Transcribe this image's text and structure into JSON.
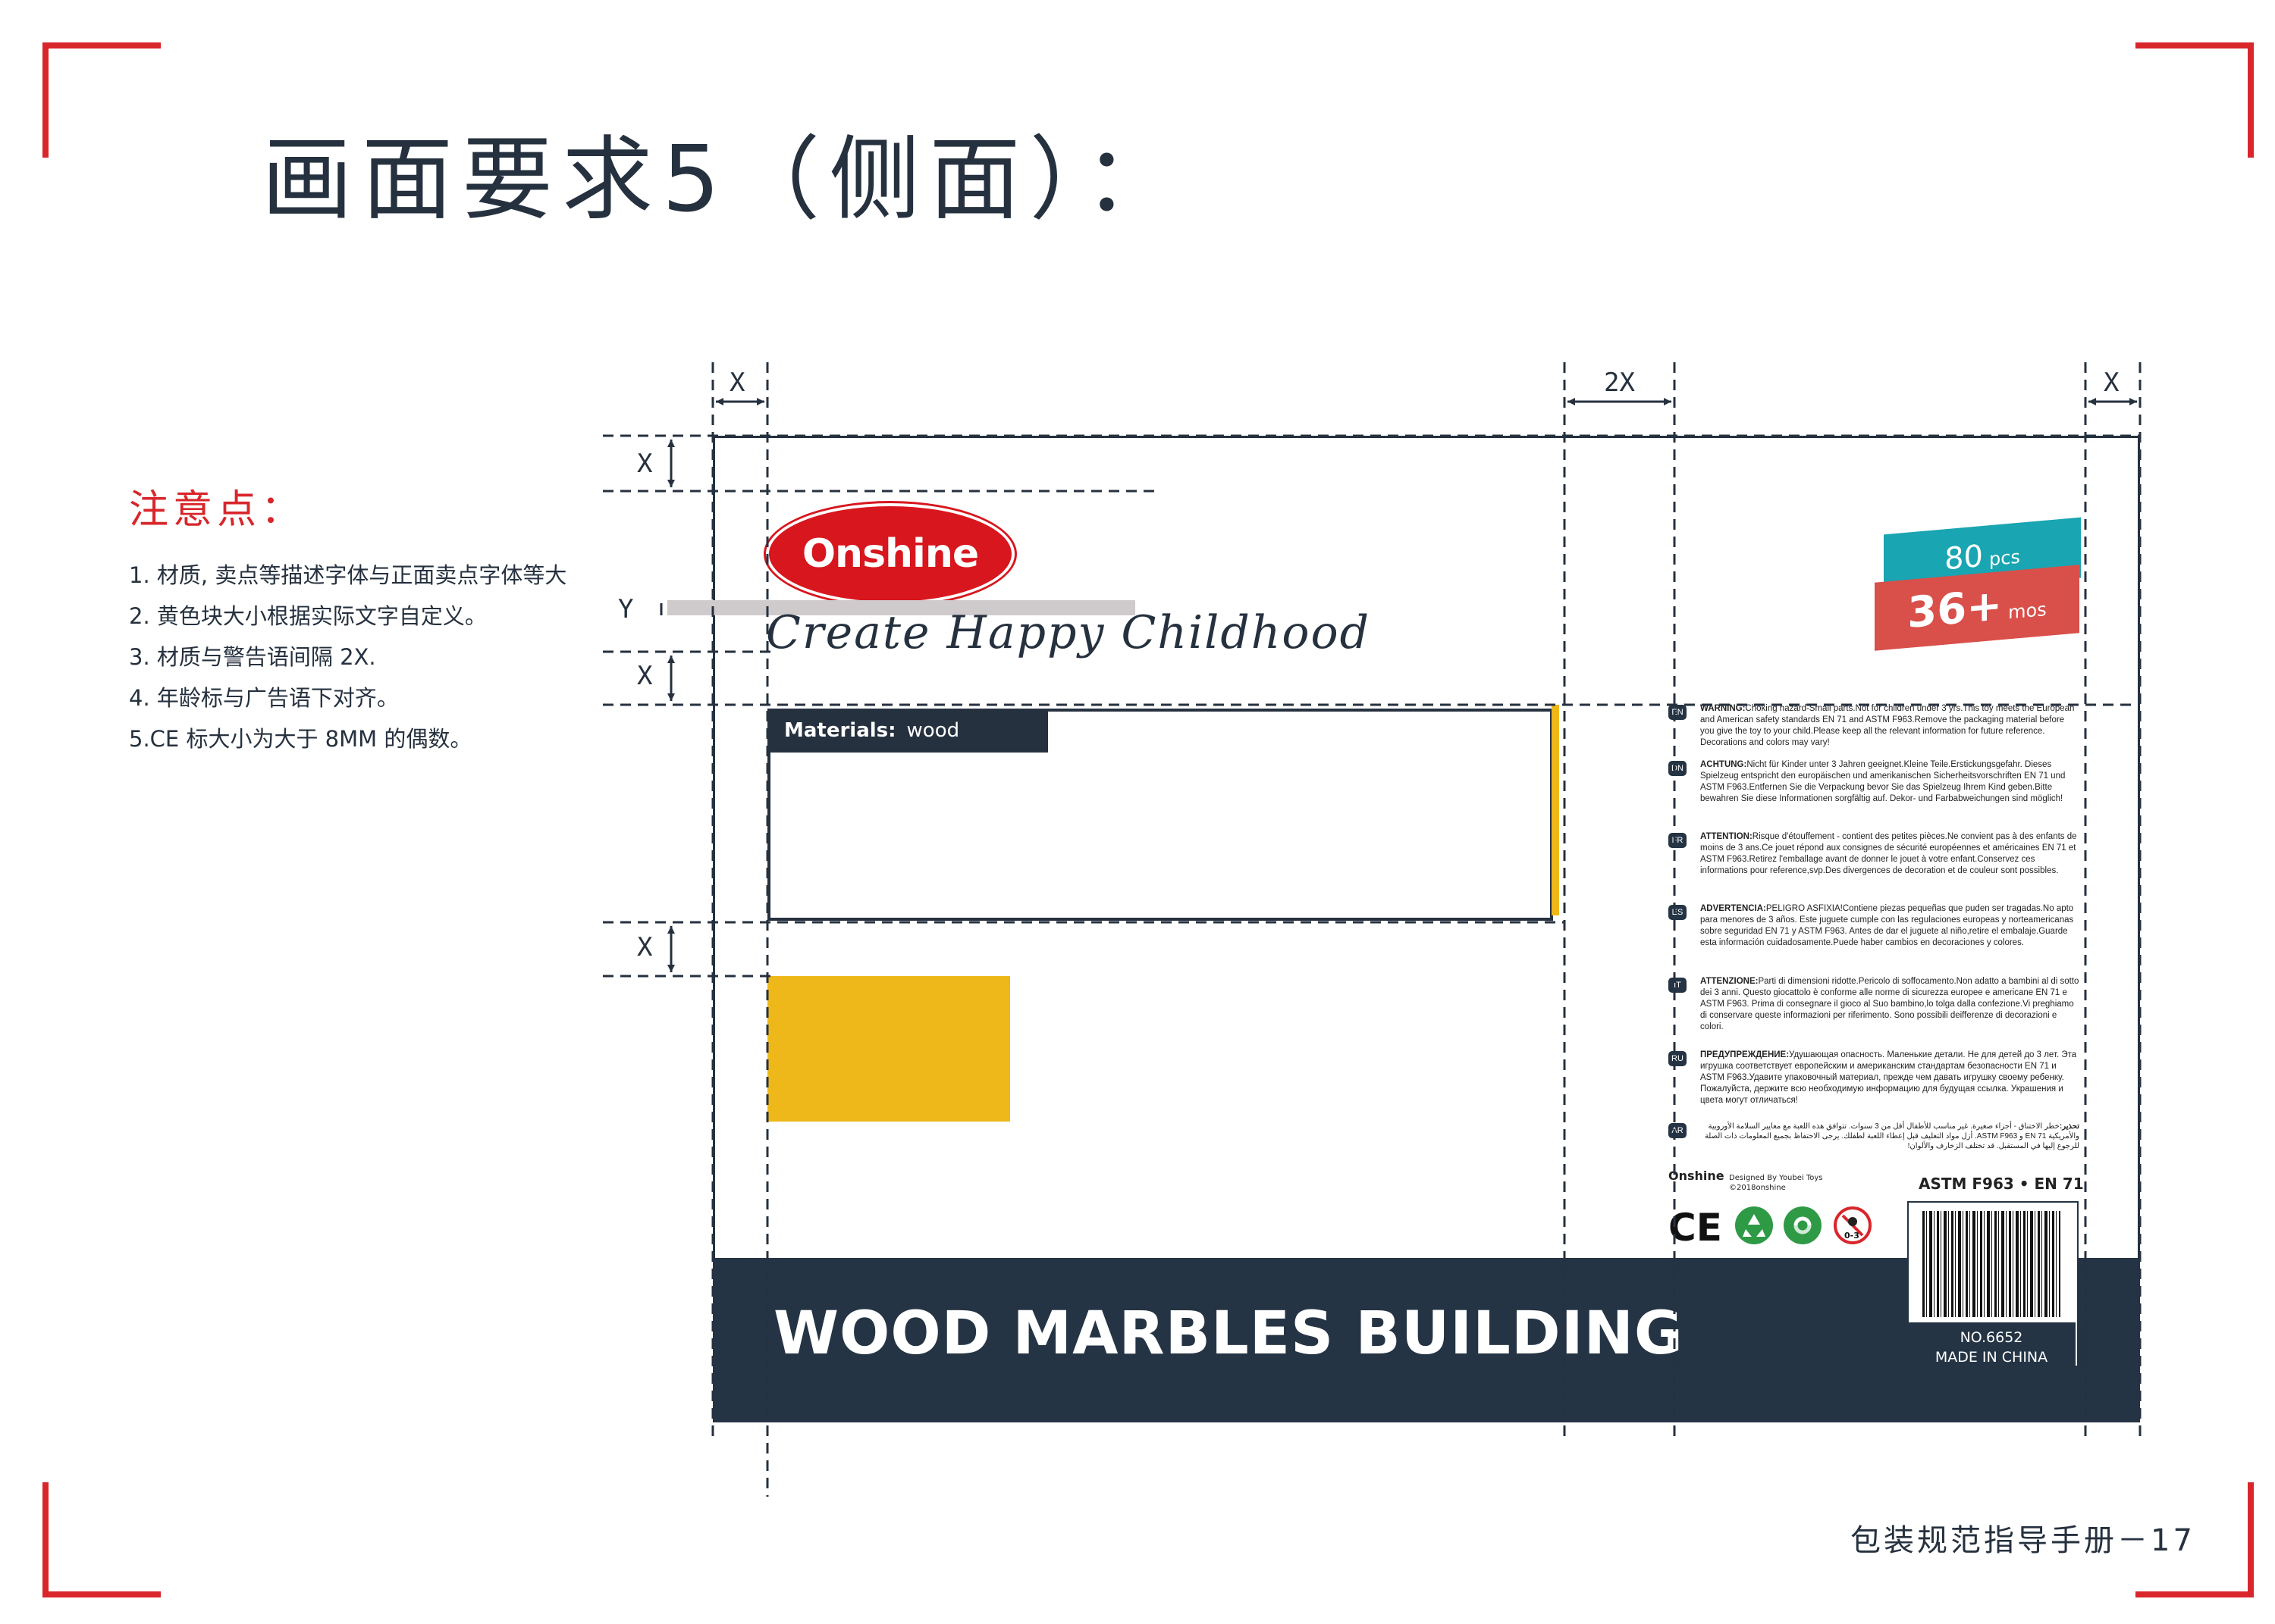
{
  "title": "画面要求5（侧面）：",
  "notes": {
    "heading": "注意点：",
    "items": [
      "1. 材质, 卖点等描述字体与正面卖点字体等大",
      "2. 黄色块大小根据实际文字自定义。",
      "3. 材质与警告语间隔 2X.",
      "4. 年龄标与广告语下对齐。",
      "5.CE 标大小为大于 8MM 的偶数。"
    ]
  },
  "dimension_labels": {
    "x_top_left": "X",
    "two_x": "2X",
    "x_top_right": "X",
    "x_left_1": "X",
    "y_left": "Y",
    "x_left_2": "X",
    "x_left_3": "X"
  },
  "package": {
    "logo_text": "Onshine",
    "slogan": "Create Happy Childhood",
    "materials_label": "Materials:",
    "materials_value": "wood",
    "product_name": "WOOD MARBLES BUILDING",
    "pcs_value": "80",
    "pcs_unit": "pcs",
    "age_value": "36+",
    "age_unit": "mos",
    "warnings": [
      {
        "code": "EN",
        "head": "WARNING:",
        "text": "Choking hazard-Small parts.Not for children under 3 yrs.This toy meets the European and American safety standards EN 71 and ASTM F963.Remove the packaging material before you give the toy to your child.Please keep all the relevant information for future reference. Decorations and colors may vary!"
      },
      {
        "code": "DN",
        "head": "ACHTUNG:",
        "text": "Nicht für Kinder unter 3 Jahren geeignet.Kleine Teile.Erstickungsgefahr. Dieses Spielzeug entspricht den europäischen und amerikanischen Sicherheitsvorschriften EN 71 und ASTM F963.Entfernen Sie die Verpackung bevor Sie das Spielzeug Ihrem Kind geben.Bitte bewahren Sie diese Informationen sorgfältig auf. Dekor- und Farbabweichungen sind möglich!"
      },
      {
        "code": "FR",
        "head": "ATTENTION:",
        "text": "Risque d'étouffement - contient des petites pièces.Ne convient pas à des enfants de moins de 3 ans.Ce jouet répond aux consignes de sécurité européennes et américaines EN 71 et ASTM F963.Retirez l'emballage avant de donner le jouet à votre enfant.Conservez ces informations pour reference,svp.Des divergences de decoration et de couleur sont possibles."
      },
      {
        "code": "ES",
        "head": "ADVERTENCIA:",
        "text": "PELIGRO ASFIXIA!Contiene piezas pequeñas que puden ser tragadas.No apto para menores de 3 años. Este juguete cumple con las regulaciones europeas y norteamericanas sobre seguridad EN 71 y ASTM F963. Antes de dar el juguete al niño,retire el embalaje.Guarde esta información cuidadosamente.Puede haber cambios en decoraciones y colores."
      },
      {
        "code": "IT",
        "head": "ATTENZIONE:",
        "text": "Parti di dimensioni ridotte.Pericolo di soffocamento.Non adatto a bambini al di sotto dei 3 anni. Questo giocattolo è conforme alle norme di sicurezza europee e americane EN 71 e ASTM F963. Prima di consegnare il gioco al Suo bambino,lo tolga dalla confezione.Vi preghiamo di conservare queste informazioni per riferimento. Sono possibili deifferenze di decorazioni e colori."
      },
      {
        "code": "RU",
        "head": "ПРЕДУПРЕЖДЕНИЕ:",
        "text": "Удушающая опасность. Маленькие детали. Не для детей до 3 лет. Эта игрушка соответствует европейским и американским стандартам безопасности EN 71 и ASTM F963.Удавите упаковочный материал, прежде чем давать игрушку своему ребенку. Пожалуйста, держите всю необходимую информацию для будущая ссылка. Украшения и цвета могут отличаться!"
      },
      {
        "code": "AR",
        "head": "تحذير:",
        "text": "خطر الاختناق - أجزاء صغيرة. غير مناسب للأطفال أقل من 3 سنوات. تتوافق هذه اللعبة مع معايير السلامة الأوروبية والأمريكية EN 71 و ASTM F963. أزل مواد التغليف قبل إعطاء اللعبة لطفلك. يرجى الاحتفاظ بجميع المعلومات ذات الصلة للرجوع إليها في المستقبل. قد تختلف الزخارف والألوان!"
      }
    ],
    "brand_small": "Onshine",
    "designed_by": "Designed By Youbei Toys",
    "copyright": "©2018onshine",
    "astm": "ASTM F963 • EN 71",
    "ce_mark": "CE",
    "age_restriction": "0-3",
    "item_no": "NO.6652",
    "made_in": "MADE IN CHINA"
  },
  "footer": "包装规范指导手册－17",
  "colors": {
    "accent_red": "#d8262b",
    "navy": "#243444",
    "yellow": "#efb81a",
    "teal": "#19a5b2",
    "coral": "#d94f4a",
    "logo_red": "#d8161e"
  }
}
